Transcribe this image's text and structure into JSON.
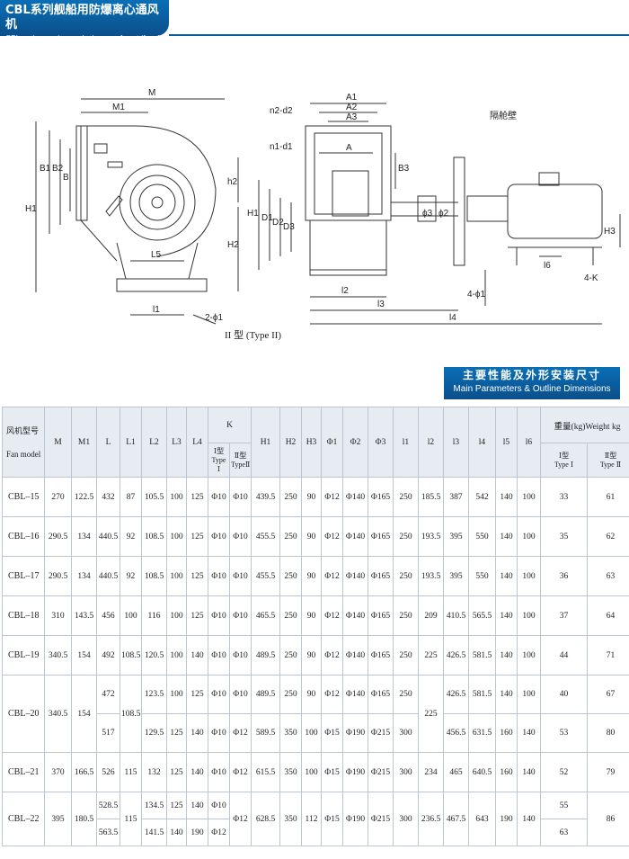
{
  "header": {
    "title_cn": "CBL系列舰船用防爆离心通风机",
    "title_en": "CBL series marine explosion-proof centrifugal fan"
  },
  "drawing": {
    "caption": "II 型 (Type II)",
    "labels": {
      "M": "M",
      "M1": "M1",
      "B1": "B1",
      "B2": "B2",
      "B": "B",
      "H1": "H1",
      "h2": "h2",
      "H2": "H2",
      "L5": "L5",
      "l1": "l1",
      "hole": "2-ϕ1",
      "A1": "A1",
      "A2": "A2",
      "A3": "A3",
      "A": "A",
      "n2d2": "n2-d2",
      "n1d1": "n1-d1",
      "B3": "B3",
      "D1": "D1",
      "D2": "D2",
      "D3": "D3",
      "phi3": "ϕ3",
      "phi2": "ϕ2",
      "bulkhead": "隔舱壁",
      "l2": "l2",
      "l3": "l3",
      "l4": "l4",
      "four_phi1": "4-ϕ1",
      "H3": "H3",
      "l6": "l6",
      "fourK": "4-K",
      "H1r": "H1"
    }
  },
  "section": {
    "title_cn": "主要性能及外形安装尺寸",
    "title_en": "Main Parameters & Outline Dimensions"
  },
  "table": {
    "model_cn": "风机型号",
    "model_en": "Fan model",
    "columns": [
      "M",
      "M1",
      "L",
      "L1",
      "L2",
      "L3",
      "L4",
      "K",
      "H1",
      "H2",
      "H3",
      "Φ1",
      "Φ2",
      "Φ3",
      "l1",
      "l2",
      "l3",
      "l4",
      "l5",
      "l6",
      "重量(kg)Weight kg"
    ],
    "k_sub": [
      "Ⅰ型",
      "Type Ⅰ",
      "Ⅱ型",
      "TypeⅡ"
    ],
    "w_sub": [
      "Ⅰ型",
      "Type Ⅰ",
      "Ⅱ型",
      "Type Ⅱ"
    ],
    "rows": [
      {
        "model": "CBL–15",
        "v": [
          "270",
          "122.5",
          "432",
          "87",
          "105.5",
          "100",
          "125",
          "Φ10",
          "Φ10",
          "439.5",
          "250",
          "90",
          "Φ12",
          "Φ140",
          "Φ165",
          "250",
          "185.5",
          "387",
          "542",
          "140",
          "100",
          "33",
          "61"
        ]
      },
      {
        "model": "CBL–16",
        "v": [
          "290.5",
          "134",
          "440.5",
          "92",
          "108.5",
          "100",
          "125",
          "Φ10",
          "Φ10",
          "455.5",
          "250",
          "90",
          "Φ12",
          "Φ140",
          "Φ165",
          "250",
          "193.5",
          "395",
          "550",
          "140",
          "100",
          "35",
          "62"
        ]
      },
      {
        "model": "CBL–17",
        "v": [
          "290.5",
          "134",
          "440.5",
          "92",
          "108.5",
          "100",
          "125",
          "Φ10",
          "Φ10",
          "455.5",
          "250",
          "90",
          "Φ12",
          "Φ140",
          "Φ165",
          "250",
          "193.5",
          "395",
          "550",
          "140",
          "100",
          "36",
          "63"
        ]
      },
      {
        "model": "CBL–18",
        "v": [
          "310",
          "143.5",
          "456",
          "100",
          "116",
          "100",
          "125",
          "Φ10",
          "Φ10",
          "465.5",
          "250",
          "90",
          "Φ12",
          "Φ140",
          "Φ165",
          "250",
          "209",
          "410.5",
          "565.5",
          "140",
          "100",
          "37",
          "64"
        ]
      },
      {
        "model": "CBL–19",
        "v": [
          "340.5",
          "154",
          "492",
          "108.5",
          "120.5",
          "100",
          "140",
          "Φ10",
          "Φ10",
          "489.5",
          "250",
          "90",
          "Φ12",
          "Φ140",
          "Φ165",
          "250",
          "225",
          "426.5",
          "581.5",
          "140",
          "100",
          "44",
          "71"
        ]
      }
    ],
    "cbl20": {
      "model": "CBL–20",
      "M": "340.5",
      "M1": "154",
      "L1": "108.5",
      "l2": "225",
      "r1": {
        "L": "472",
        "L2": "123.5",
        "L3": "100",
        "L4": "125",
        "K1": "Φ10",
        "K2": "Φ10",
        "H1": "489.5",
        "H2": "250",
        "H3": "90",
        "p1": "Φ12",
        "p2": "Φ140",
        "p3": "Φ165",
        "l1": "250",
        "l3": "426.5",
        "l4": "581.5",
        "l5": "140",
        "l6": "100",
        "w1": "40",
        "w2": "67"
      },
      "r2": {
        "L": "517",
        "L2": "129.5",
        "L3": "125",
        "L4": "140",
        "K1": "Φ10",
        "K2": "Φ12",
        "H1": "589.5",
        "H2": "350",
        "H3": "100",
        "p1": "Φ15",
        "p2": "Φ190",
        "p3": "Φ215",
        "l1": "300",
        "l3": "456.5",
        "l4": "631.5",
        "l5": "160",
        "l6": "140",
        "w1": "53",
        "w2": "80"
      }
    },
    "cbl21": {
      "model": "CBL–21",
      "v": [
        "370",
        "166.5",
        "526",
        "115",
        "132",
        "125",
        "140",
        "Φ10",
        "Φ12",
        "615.5",
        "350",
        "100",
        "Φ15",
        "Φ190",
        "Φ215",
        "300",
        "234",
        "465",
        "640.5",
        "160",
        "140",
        "52",
        "79"
      ]
    },
    "cbl22": {
      "model": "CBL–22",
      "M": "395",
      "M1": "180.5",
      "L1": "115",
      "K2": "Φ12",
      "H1": "628.5",
      "H2": "350",
      "H3": "112",
      "p1": "Φ15",
      "p2": "Φ190",
      "p3": "Φ215",
      "l1": "300",
      "l2": "236.5",
      "l3": "467.5",
      "l4": "643",
      "l5": "190",
      "l6": "140",
      "w2": "86",
      "r1": {
        "L": "528.5",
        "L2": "134.5",
        "L3": "125",
        "L4": "140",
        "K1": "Φ10",
        "w1": "55"
      },
      "r2": {
        "L": "563.5",
        "L2": "141.5",
        "L3": "140",
        "L4": "190",
        "K1": "Φ12",
        "w1": "63"
      }
    }
  }
}
